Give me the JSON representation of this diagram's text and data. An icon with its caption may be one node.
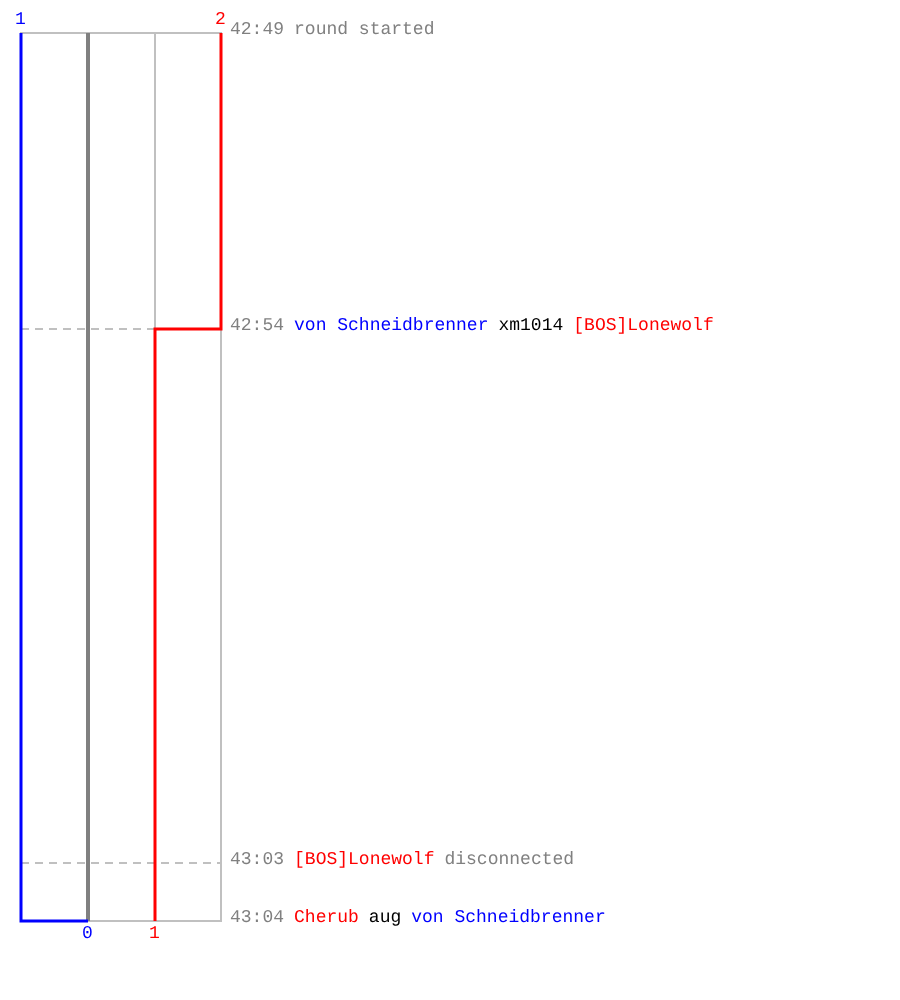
{
  "diagram": {
    "labels": [
      "1",
      "2",
      "42:49",
      "round started",
      "42:54",
      "von Schneidbrenner",
      "xm1014",
      "[BOS]Lonewolf",
      "43:03",
      "[BOS]Lonewolf",
      "disconnected",
      "43:04",
      "Cherub",
      "aug",
      "von Schneidbrenner",
      "0",
      "1"
    ]
  }
}
